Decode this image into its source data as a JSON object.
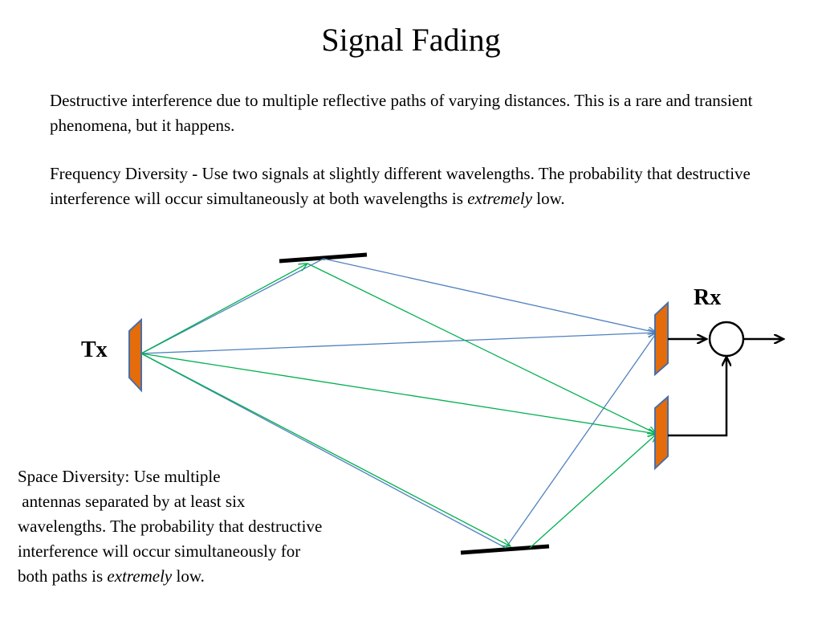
{
  "slide": {
    "title": "Signal Fading",
    "paragraph1": "Destructive interference due to multiple reflective paths of varying distances.  This is a rare and transient phenomena, but it happens.",
    "paragraph2": {
      "before": "Frequency Diversity -  Use two signals at slightly different wavelengths. The probability that destructive interference will occur simultaneously at both wavelengths is ",
      "emphasis": "extremely",
      "after": " low."
    },
    "paragraph3": {
      "line1": "Space Diversity:  Use multiple",
      "line2": " antennas separated by at least six",
      "line3": "wavelengths. The probability that destructive",
      "line4": "interference will occur simultaneously for",
      "line5_before": "both paths is ",
      "emphasis": "extremely",
      "after": " low."
    }
  },
  "diagram": {
    "transmitter_label": "Tx",
    "receiver_label": "Rx",
    "colors": {
      "antenna_fill": "#E46C0A",
      "antenna_stroke": "#4A6FA5",
      "path_blue": "#4F81BD",
      "path_green": "#00B050",
      "reflector": "#000000"
    }
  }
}
